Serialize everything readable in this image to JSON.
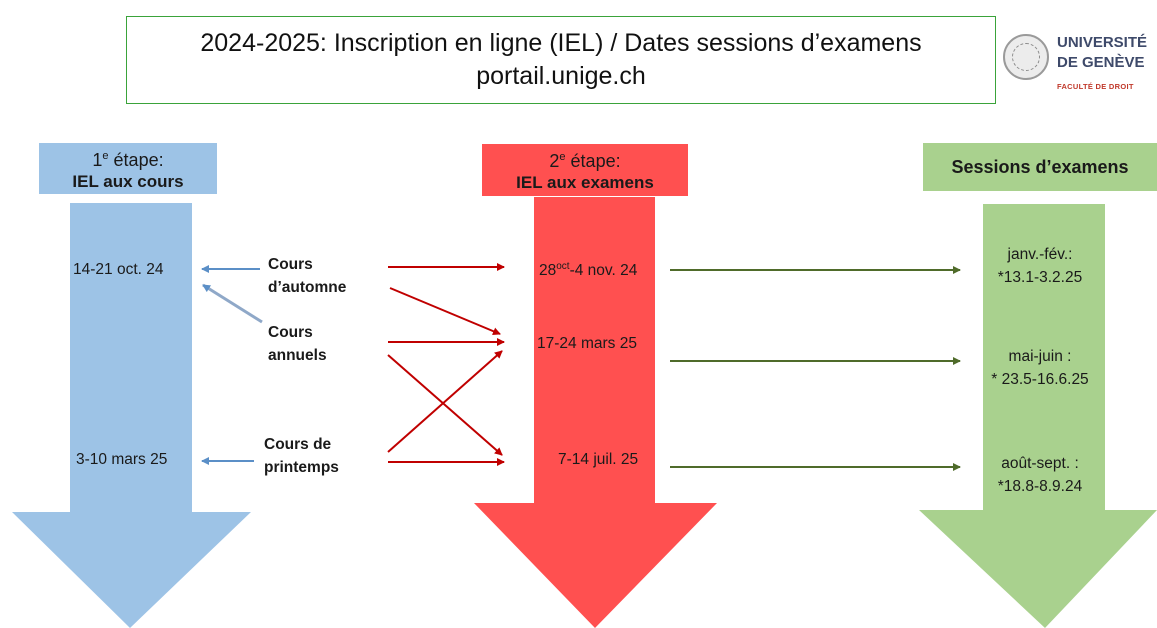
{
  "title": {
    "line1": "2024-2025: Inscription en ligne (IEL) / Dates sessions d’examens",
    "line2": "portail.unige.ch"
  },
  "logo": {
    "name_line1": "UNIVERSITÉ",
    "name_line2": "DE GENÈVE",
    "faculty": "FACULTÉ DE DROIT"
  },
  "steps": {
    "step1": {
      "sup": "e",
      "label_prefix": "1",
      "label_suffix": " étape:",
      "subtitle": "IEL aux cours"
    },
    "step2": {
      "sup": "e",
      "label_prefix": "2",
      "label_suffix": " étape:",
      "subtitle": "IEL aux examens"
    },
    "step3": {
      "subtitle": "Sessions d’examens"
    }
  },
  "course_dates": {
    "autumn": "14-21 oct. 24",
    "spring": "3-10 mars 25"
  },
  "course_types": {
    "autumn_line1": "Cours",
    "autumn_line2": "d’automne",
    "annual_line1": "Cours",
    "annual_line2": "annuels",
    "spring_line1": "Cours de",
    "spring_line2": "printemps"
  },
  "exam_registration": {
    "d1_start": "28",
    "d1_sup": "oct",
    "d1_end": "-4 nov. 24",
    "d2": "17-24 mars 25",
    "d3": "7-14 juil. 25"
  },
  "sessions": {
    "s1_name": "janv.-fév.:",
    "s1_dates": "*13.1-3.2.25",
    "s2_name": "mai-juin :",
    "s2_dates": "* 23.5-16.6.25",
    "s3_name": "août-sept. :",
    "s3_dates": "*18.8-8.9.24"
  },
  "colors": {
    "blue": "#9dc3e6",
    "red": "#ff5050",
    "green": "#a9d18e",
    "dark_red_line": "#c00000",
    "dark_green_line": "#4f6b2a",
    "steel_blue_line": "#5b8fc7",
    "title_border": "#3aa33a"
  }
}
